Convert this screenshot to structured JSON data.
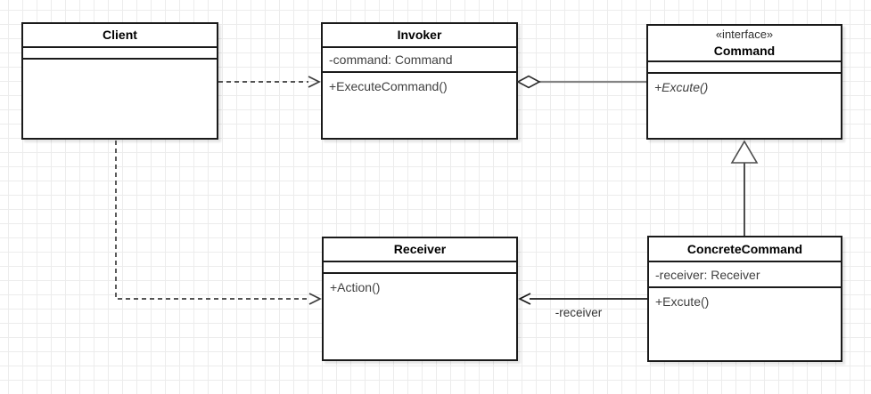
{
  "diagram": {
    "kind": "uml-class-diagram",
    "pattern": "Command"
  },
  "classes": {
    "client": {
      "name": "Client",
      "attributes": [],
      "methods": []
    },
    "invoker": {
      "name": "Invoker",
      "attributes": [
        "-command: Command"
      ],
      "methods": [
        "+ExecuteCommand()"
      ]
    },
    "command": {
      "stereotype": "«interface»",
      "name": "Command",
      "attributes": [],
      "methods": [
        "+Excute()"
      ]
    },
    "receiver": {
      "name": "Receiver",
      "attributes": [],
      "methods": [
        "+Action()"
      ]
    },
    "concreteCommand": {
      "name": "ConcreteCommand",
      "attributes": [
        "-receiver: Receiver"
      ],
      "methods": [
        "+Excute()"
      ]
    }
  },
  "relationships": {
    "client_invoker": {
      "type": "dependency",
      "style": "dashed-open-arrow"
    },
    "client_receiver": {
      "type": "dependency",
      "style": "dashed-open-arrow"
    },
    "invoker_command": {
      "type": "aggregation",
      "style": "hollow-diamond"
    },
    "concreteCommand_command": {
      "type": "generalization",
      "style": "hollow-triangle"
    },
    "concreteCommand_receiver": {
      "type": "association",
      "label": "-receiver"
    }
  },
  "colors": {
    "background": "#ffffff",
    "grid": "#ececec",
    "boxBorder": "#1a1a1a",
    "boxFill": "#ffffff",
    "titleText": "#000000",
    "memberText": "#404040",
    "dashedConnector": "#3d3d3d",
    "aggregationLine": "#848484",
    "generalizationLine": "#4d4d4d",
    "associationLine": "#1a1a1a"
  }
}
